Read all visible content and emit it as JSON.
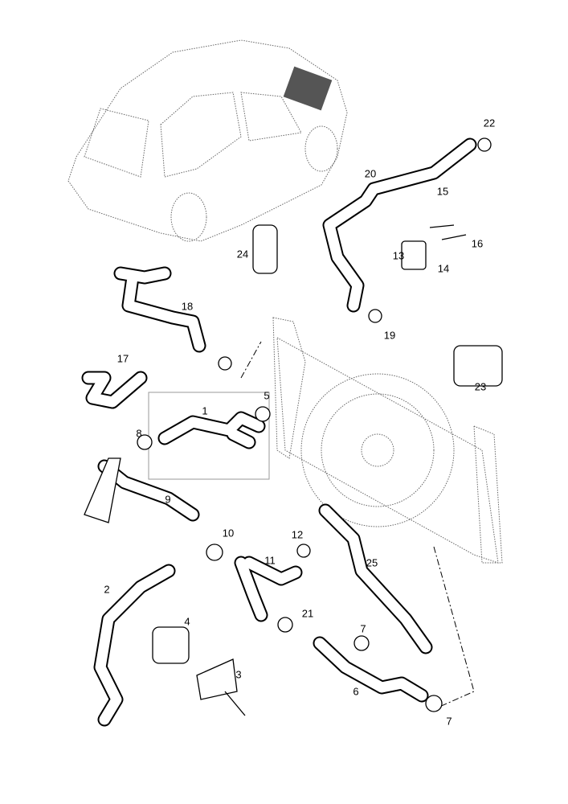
{
  "diagram": {
    "labels": [
      {
        "id": "22",
        "text": "22"
      },
      {
        "id": "20",
        "text": "20"
      },
      {
        "id": "15",
        "text": "15"
      },
      {
        "id": "16",
        "text": "16"
      },
      {
        "id": "13",
        "text": "13"
      },
      {
        "id": "14",
        "text": "14"
      },
      {
        "id": "24",
        "text": "24"
      },
      {
        "id": "18",
        "text": "18"
      },
      {
        "id": "19",
        "text": "19"
      },
      {
        "id": "17",
        "text": "17"
      },
      {
        "id": "23",
        "text": "23"
      },
      {
        "id": "1",
        "text": "1"
      },
      {
        "id": "5",
        "text": "5"
      },
      {
        "id": "8",
        "text": "8"
      },
      {
        "id": "9",
        "text": "9"
      },
      {
        "id": "10",
        "text": "10"
      },
      {
        "id": "12",
        "text": "12"
      },
      {
        "id": "11",
        "text": "11"
      },
      {
        "id": "25",
        "text": "25"
      },
      {
        "id": "21",
        "text": "21"
      },
      {
        "id": "2",
        "text": "2"
      },
      {
        "id": "4",
        "text": "4"
      },
      {
        "id": "7a",
        "text": "7"
      },
      {
        "id": "3",
        "text": "3"
      },
      {
        "id": "6",
        "text": "6"
      },
      {
        "id": "7b",
        "text": "7"
      }
    ]
  }
}
